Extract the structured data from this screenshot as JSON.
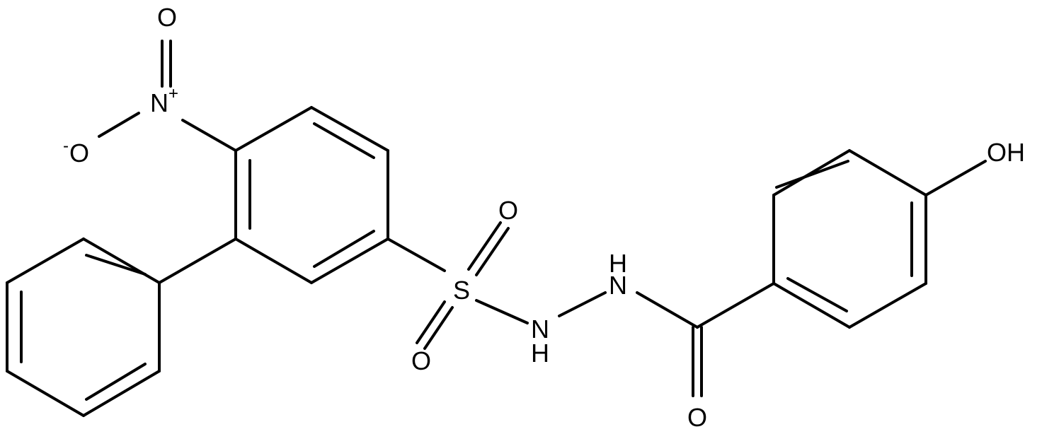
{
  "labels": {
    "o_nitro_top": "O",
    "n_nitro": "N",
    "n_nitro_charge": "+",
    "o_nitro_minus_charge": "-",
    "o_nitro_minus": "O",
    "s_sulfonyl": "S",
    "o_sulfonyl_top": "O",
    "o_sulfonyl_bottom": "O",
    "nh_1_n": "N",
    "nh_1_h": "H",
    "nh_2_h": "H",
    "nh_2_n": "N",
    "o_carbonyl": "O",
    "oh": "OH"
  }
}
